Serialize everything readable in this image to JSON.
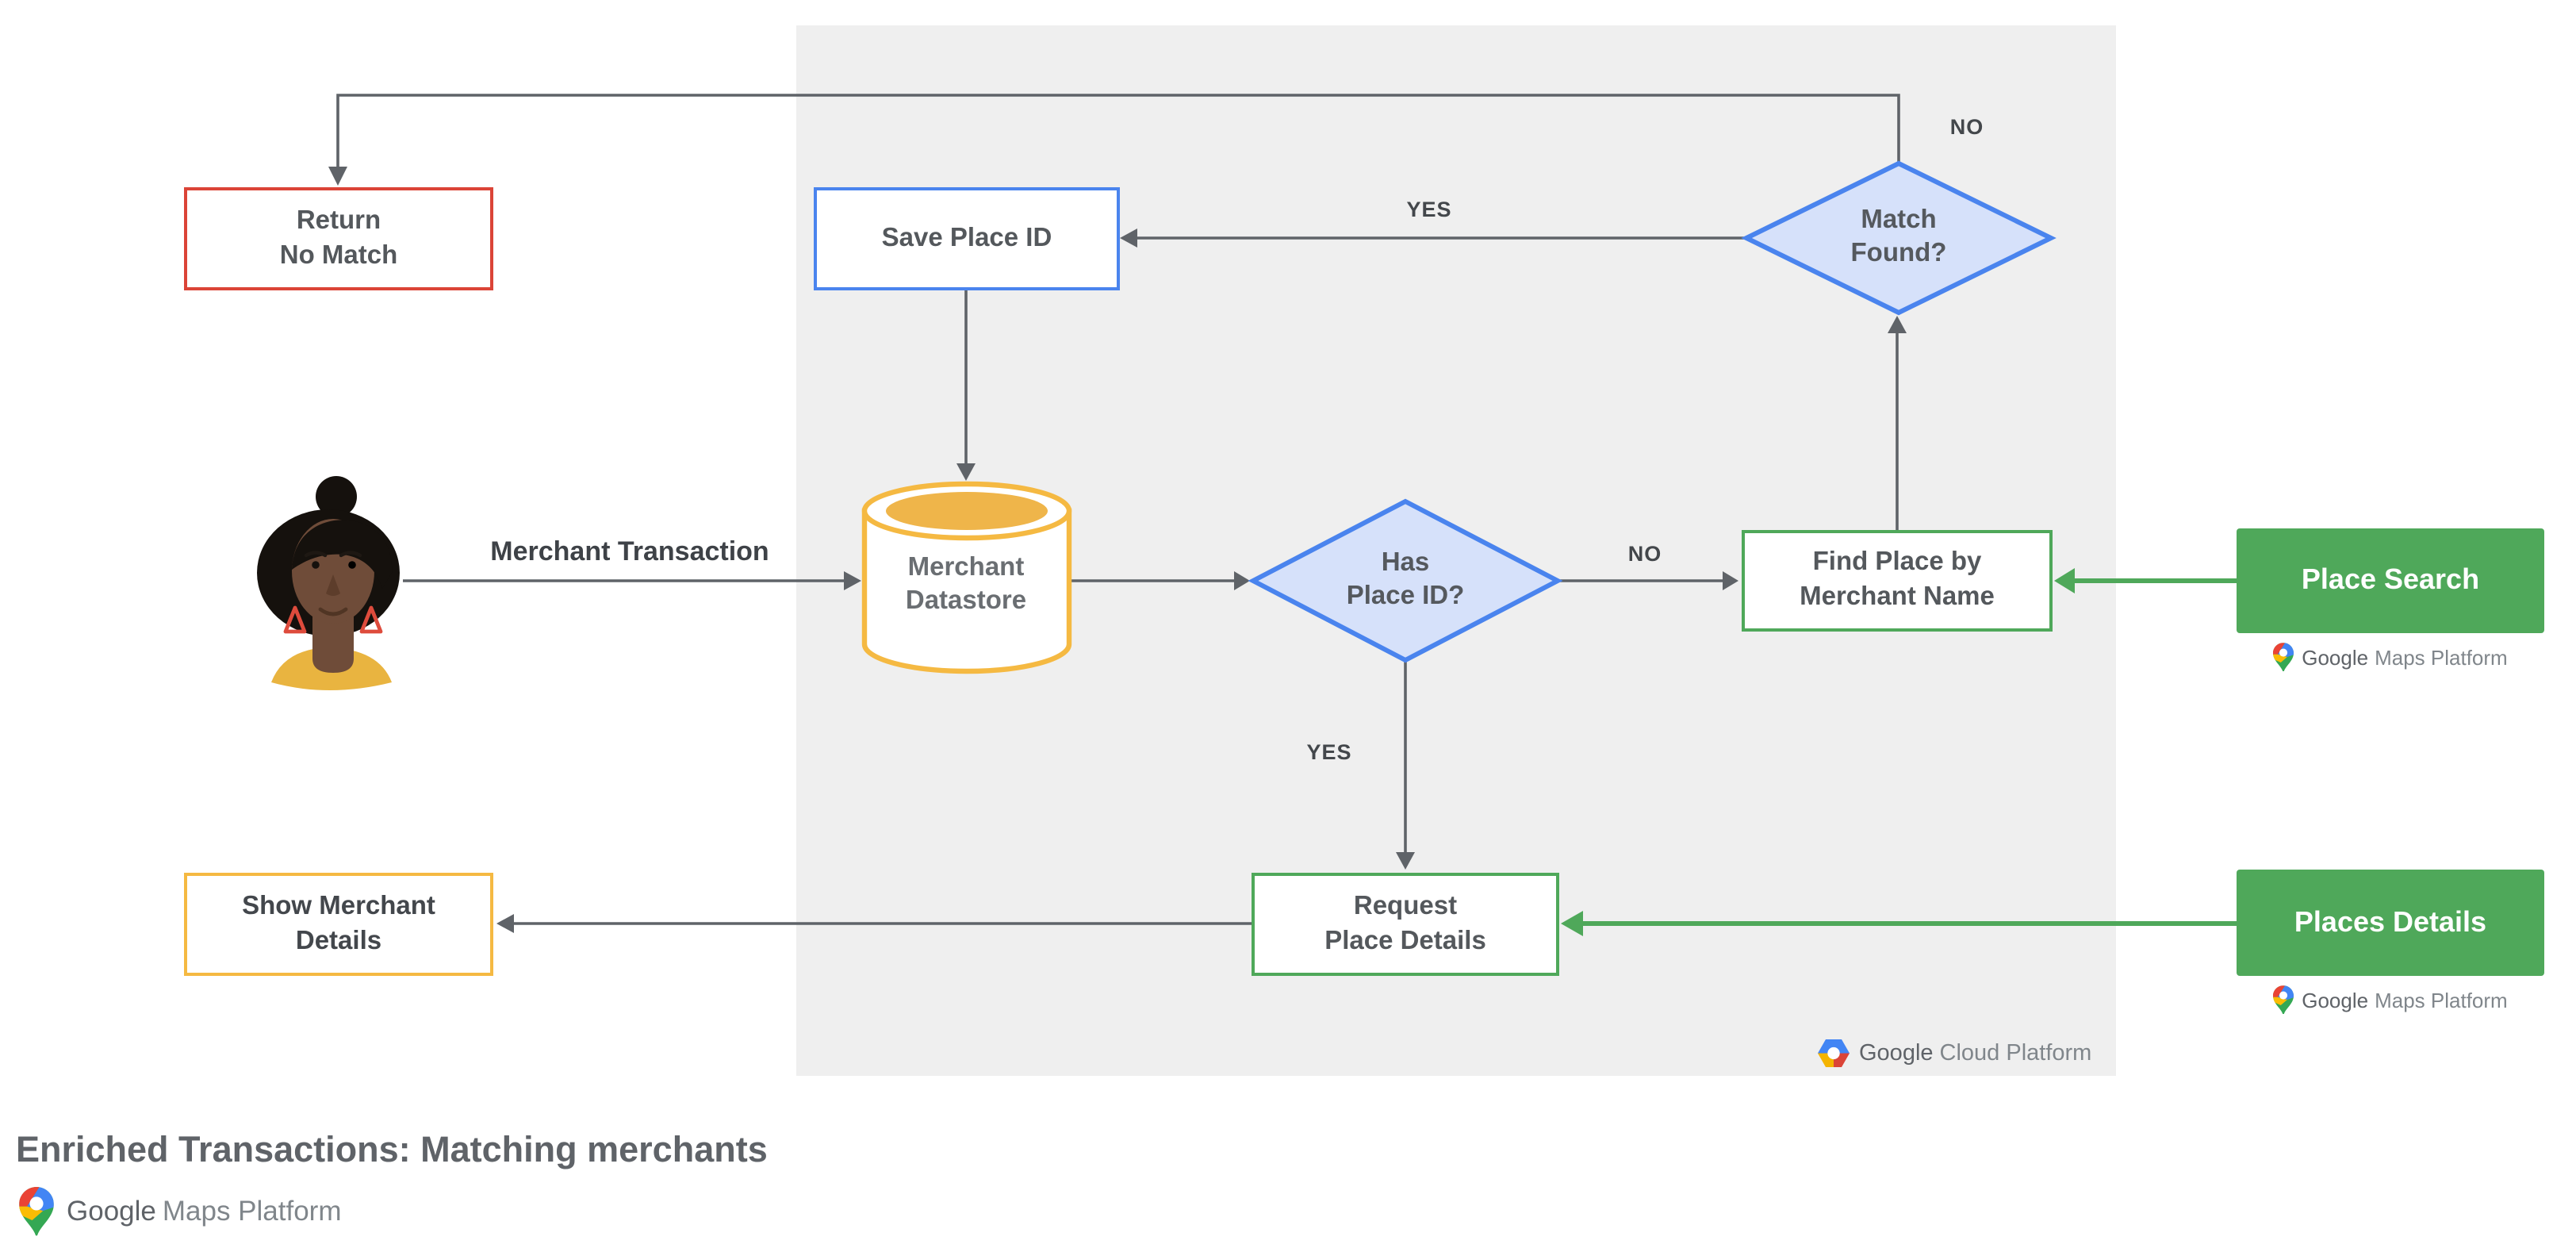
{
  "title": "Enriched Transactions: Matching merchants",
  "nodes": {
    "return_no_match": {
      "label": "Return\nNo Match"
    },
    "save_place_id": {
      "label": "Save Place ID"
    },
    "match_found": {
      "label": "Match\nFound?"
    },
    "merchant_datastore": {
      "label": "Merchant\nDatastore"
    },
    "has_place_id": {
      "label": "Has\nPlace ID?"
    },
    "find_place_by_merchant_name": {
      "label": "Find Place by\nMerchant Name"
    },
    "request_place_details": {
      "label": "Request\nPlace Details"
    },
    "show_merchant_details": {
      "label": "Show Merchant\nDetails"
    },
    "place_search": {
      "label": "Place Search"
    },
    "places_details": {
      "label": "Places Details"
    }
  },
  "edges": {
    "merchant_transaction_label": "Merchant Transaction",
    "match_found_no": "NO",
    "match_found_yes": "YES",
    "has_place_id_no": "NO",
    "has_place_id_yes": "YES"
  },
  "logos": {
    "maps_google": "Google",
    "maps_rest": "Maps Platform",
    "cloud_google": "Google",
    "cloud_rest": "Cloud Platform"
  },
  "colors": {
    "red": "#DB4437",
    "blue_border": "#4A84EE",
    "diamond_fill": "#D6E1FA",
    "yellow": "#F5B942",
    "yellow_fill": "#EFB54A",
    "green": "#4FA85A",
    "arrow_gray": "#5F6368",
    "panel_bg": "#EFEFEF",
    "pin_blue": "#4285F4",
    "pin_red": "#EA4335",
    "pin_yellow": "#FBBC04",
    "pin_green": "#34A853"
  }
}
